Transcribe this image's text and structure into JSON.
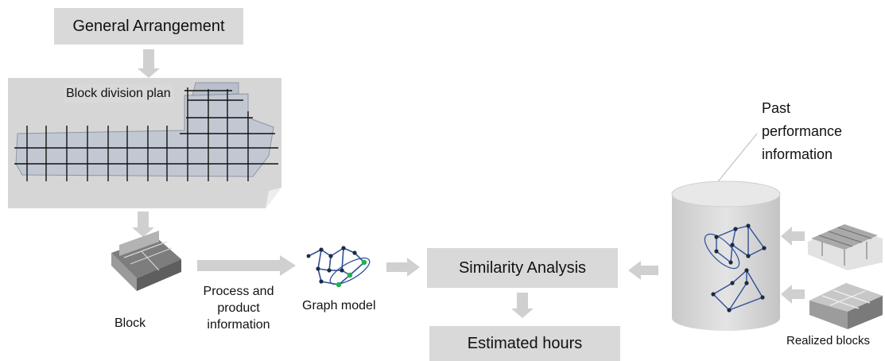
{
  "nodes": {
    "general_arrangement": "General Arrangement",
    "block_division_plan": "Block division plan",
    "block": "Block",
    "process_info": "Process and product information",
    "graph_model": "Graph model",
    "similarity_analysis": "Similarity Analysis",
    "estimated_hours": "Estimated hours",
    "past_performance": "Past performance information",
    "realized_blocks": "Realized blocks"
  },
  "colors": {
    "box_fill": "#d9d9d9",
    "arrow": "#d0d0d0",
    "graph_edge": "#2f4f9a",
    "graph_node": "#1c2a3f",
    "graph_highlight": "#22b14c"
  }
}
